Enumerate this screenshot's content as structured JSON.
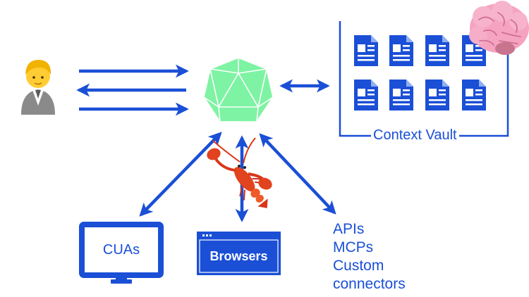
{
  "context_vault": {
    "label": "Context Vault"
  },
  "clients": {
    "cuas_label": "CUAs",
    "browsers_label": "Browsers",
    "integrations": [
      "APIs",
      "MCPs",
      "Custom",
      "connectors"
    ]
  },
  "colors": {
    "arrow_blue": "#1a4fd6",
    "hub_green": "#7ef3a3",
    "doc_blue": "#1a4fd6"
  },
  "icons": [
    "person-emoji",
    "icosahedron-hub",
    "document-icon",
    "brain-emoji",
    "lobster-emoji",
    "monitor-icon",
    "browser-window-icon"
  ]
}
